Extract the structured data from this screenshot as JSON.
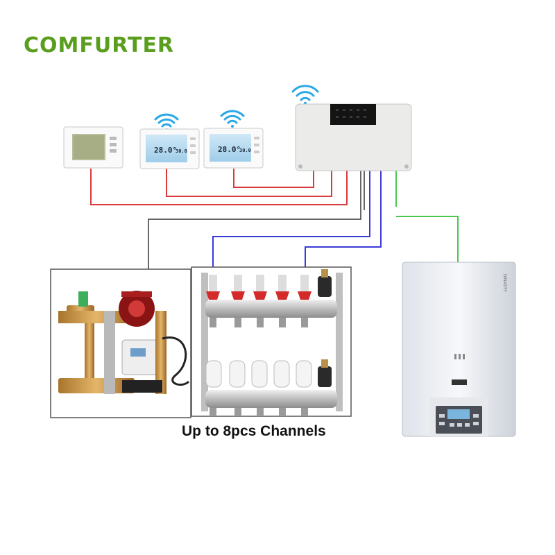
{
  "brand": {
    "name": "COMFURTER",
    "color": "#5a9e1e"
  },
  "thermostats": [
    {
      "id": "wired",
      "wireless": false,
      "display": ""
    },
    {
      "id": "wifi-1",
      "wireless": true,
      "display": "28.0°·30.0"
    },
    {
      "id": "wifi-2",
      "wireless": true,
      "display": "28.0°·30.0"
    }
  ],
  "hub": {
    "wireless": true
  },
  "manifold": {
    "channels_shown": 5
  },
  "boiler": {
    "brand_text": "DINASTY"
  },
  "caption": "Up to 8pcs Channels",
  "wire_colors": {
    "thermostat": "#d93a3a",
    "actuator": "#3a3ad6",
    "pump": "#333333",
    "boiler": "#4cc74c"
  }
}
